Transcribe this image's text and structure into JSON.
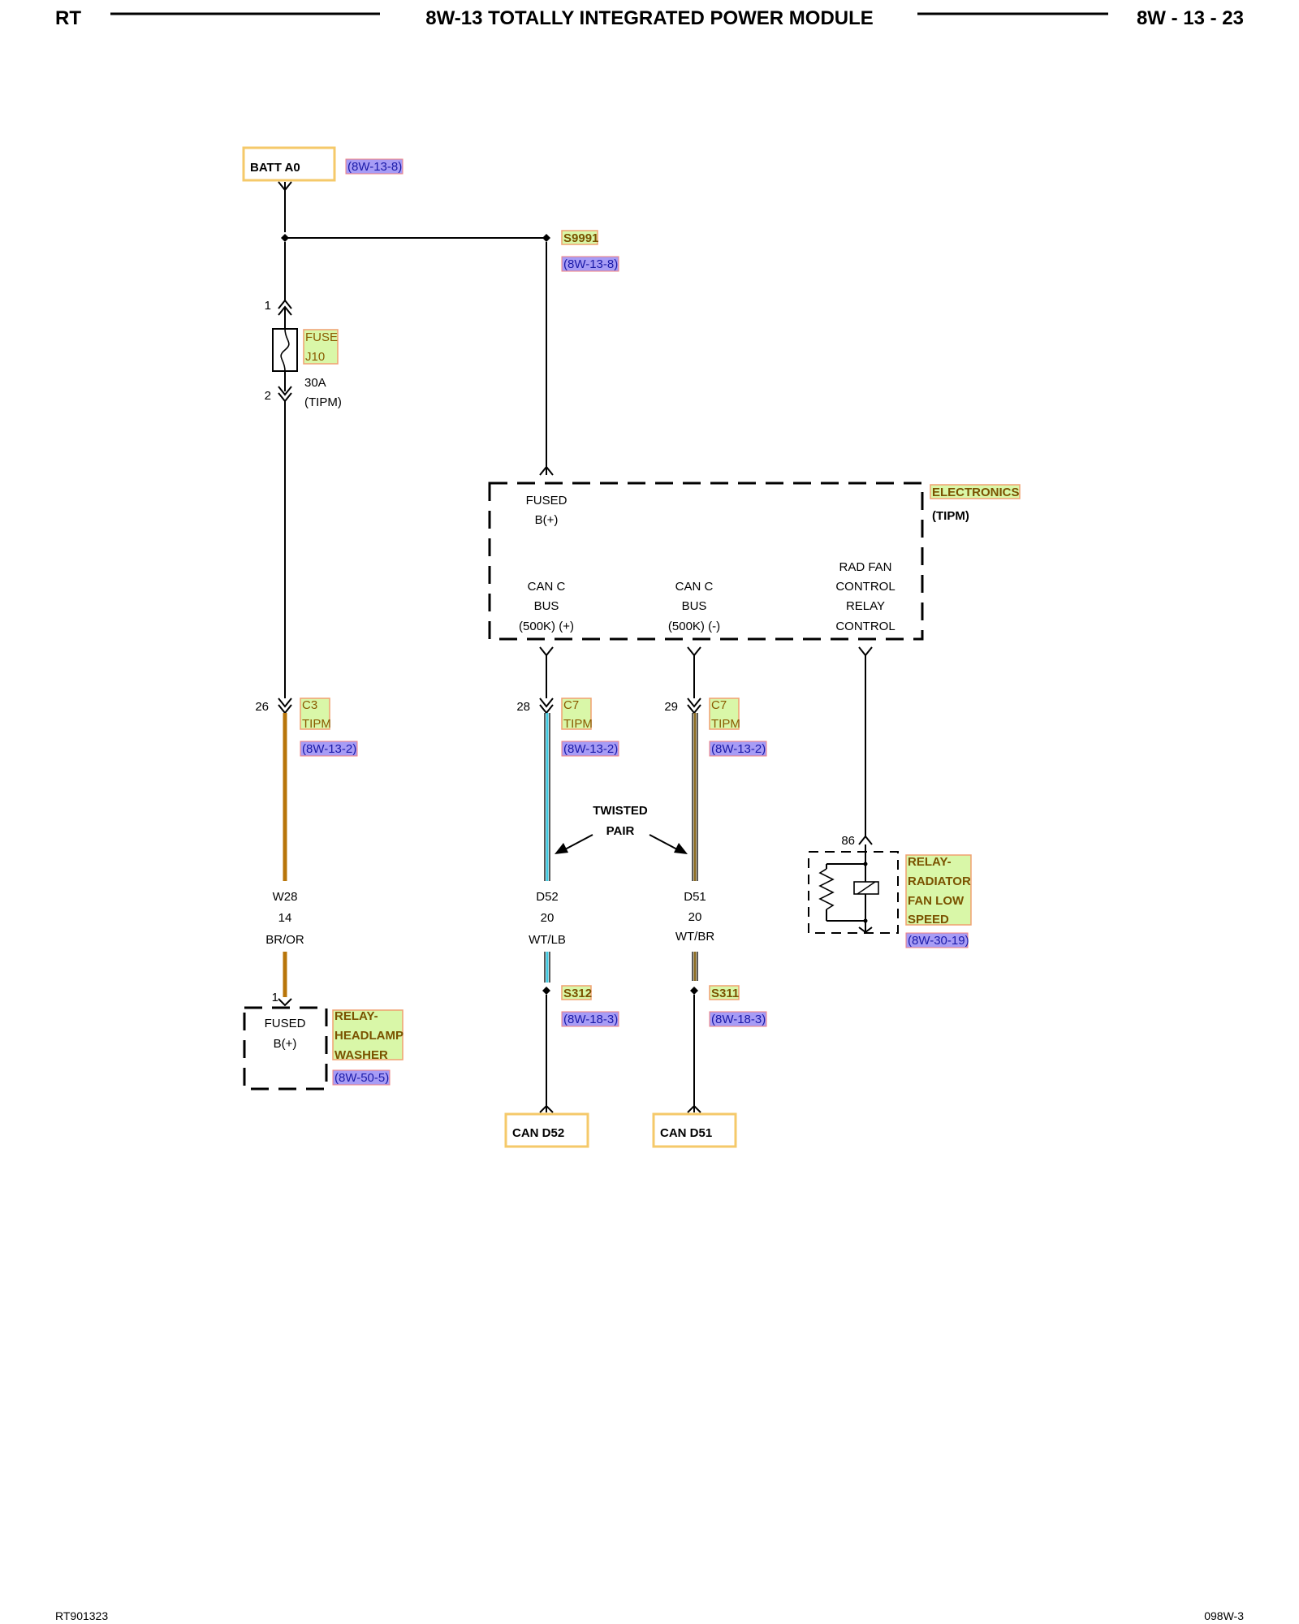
{
  "header": {
    "left": "RT",
    "title": "8W-13 TOTALLY INTEGRATED POWER MODULE",
    "right": "8W - 13 - 23"
  },
  "footer": {
    "left": "RT901323",
    "right": "098W-3"
  },
  "batt": {
    "label": "BATT A0",
    "ref": "(8W-13-8)"
  },
  "splice_s9991": {
    "id": "S9991",
    "ref": "(8W-13-8)"
  },
  "fuse": {
    "pin_top": "1",
    "pin_bottom": "2",
    "label_line1": "FUSE",
    "label_line2": "J10",
    "rating": "30A",
    "location": "(TIPM)"
  },
  "module": {
    "name": "ELECTRONICS",
    "sub": "(TIPM)",
    "fused_line1": "FUSED",
    "fused_line2": "B(+)",
    "can_pos": [
      "CAN C",
      "BUS",
      "(500K) (+)"
    ],
    "can_neg": [
      "CAN C",
      "BUS",
      "(500K) (-)"
    ],
    "rad_fan": [
      "RAD FAN",
      "CONTROL",
      "RELAY",
      "CONTROL"
    ]
  },
  "connectors": [
    {
      "pin": "26",
      "name": "C3",
      "loc": "TIPM",
      "ref": "(8W-13-2)"
    },
    {
      "pin": "28",
      "name": "C7",
      "loc": "TIPM",
      "ref": "(8W-13-2)"
    },
    {
      "pin": "29",
      "name": "C7",
      "loc": "TIPM",
      "ref": "(8W-13-2)"
    }
  ],
  "twisted_pair": {
    "line1": "TWISTED",
    "line2": "PAIR"
  },
  "wires": [
    {
      "circuit": "W28",
      "gauge": "14",
      "color": "BR/OR"
    },
    {
      "circuit": "D52",
      "gauge": "20",
      "color": "WT/LB"
    },
    {
      "circuit": "D51",
      "gauge": "20",
      "color": "WT/BR"
    }
  ],
  "wire_colors": {
    "brown_orange": "#b8750a",
    "white_lightblue": "#3ec8e0",
    "white_brown": "#8a6a20"
  },
  "relay_fan": {
    "pin": "86",
    "label": [
      "RELAY-",
      "RADIATOR",
      "FAN LOW",
      "SPEED"
    ],
    "ref": "(8W-30-19)"
  },
  "relay_washer": {
    "pin": "1",
    "fused_line1": "FUSED",
    "fused_line2": "B(+)",
    "label": [
      "RELAY-",
      "HEADLAMP",
      "WASHER"
    ],
    "ref": "(8W-50-5)"
  },
  "splices": [
    {
      "id": "S312",
      "ref": "(8W-18-3)"
    },
    {
      "id": "S311",
      "ref": "(8W-18-3)"
    }
  ],
  "destinations": [
    {
      "label": "CAN D52"
    },
    {
      "label": "CAN D51"
    }
  ]
}
